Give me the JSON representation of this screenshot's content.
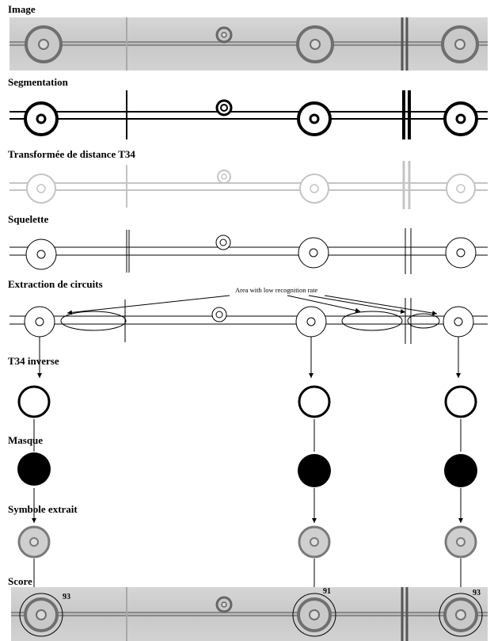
{
  "sections": {
    "image": "Image",
    "segmentation": "Segmentation",
    "distance": "Transformée de distance T34",
    "skeleton": "Squelette",
    "extraction": "Extraction de circuits",
    "inverse": "T34 inverse",
    "mask": "Masque",
    "symbol": "Symbole extrait",
    "score": "Score"
  },
  "annotation": "Area with low recognition rate",
  "scores": [
    "93",
    "91",
    "93"
  ]
}
